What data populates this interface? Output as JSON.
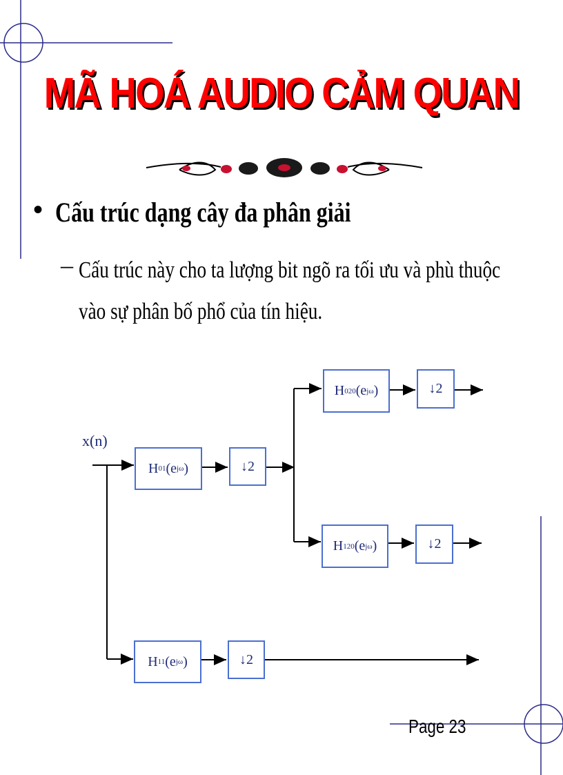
{
  "slide": {
    "title": "MÃ HOÁ AUDIO CẢM QUAN",
    "bullet": "Cấu trúc dạng cây đa phân giải",
    "sub_bullet": "Cấu trúc này cho ta lượng bit ngõ ra tối ưu và phù thuộc vào sự phân bố phổ của tín hiệu.",
    "page_label": "Page 23"
  },
  "diagram": {
    "input_label": "x(n)",
    "filters": [
      {
        "base": "H",
        "sub": "01",
        "sup": "",
        "arg": "(e",
        "arg_sup": "jω",
        "close": ")"
      },
      {
        "base": "H",
        "sub": "02",
        "sup": "0",
        "arg": "(e",
        "arg_sup": "jω",
        "close": ")"
      },
      {
        "base": "H",
        "sub": "12",
        "sup": "0",
        "arg": "(e",
        "arg_sup": "jω",
        "close": ")"
      },
      {
        "base": "H",
        "sub": "11",
        "sup": "",
        "arg": "(e",
        "arg_sup": "jω",
        "close": ")"
      }
    ],
    "downsampler_label": "↓2"
  },
  "colors": {
    "title": "#ff0000",
    "box_border": "#4a6fd0",
    "frame_lines": "#2a2a8a"
  }
}
